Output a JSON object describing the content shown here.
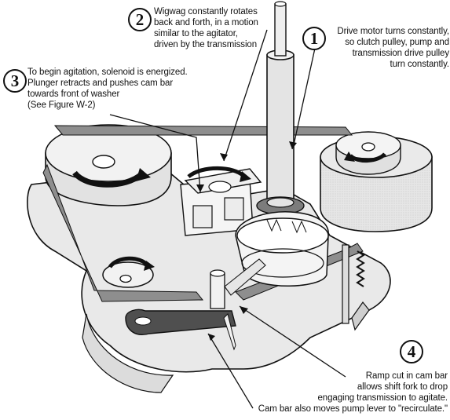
{
  "callouts": [
    {
      "number": "1",
      "lines": [
        "Drive motor turns constantly,",
        "so clutch pulley, pump and",
        "transmission drive pulley",
        "turn constantly."
      ]
    },
    {
      "number": "2",
      "lines": [
        "Wigwag constantly rotates",
        "back and forth, in a motion",
        "similar to the agitator,",
        "driven by the transmission"
      ]
    },
    {
      "number": "3",
      "lines": [
        "To begin agitation, solenoid is energized.",
        "Plunger retracts and pushes cam bar",
        "towards front of washer",
        "(See Figure W-2)"
      ]
    },
    {
      "number": "4",
      "lines": [
        "Ramp cut in cam bar",
        "allows shift fork to drop",
        "engaging transmission to agitate.",
        "Cam bar also moves pump lever to \"recirculate.\""
      ]
    }
  ]
}
